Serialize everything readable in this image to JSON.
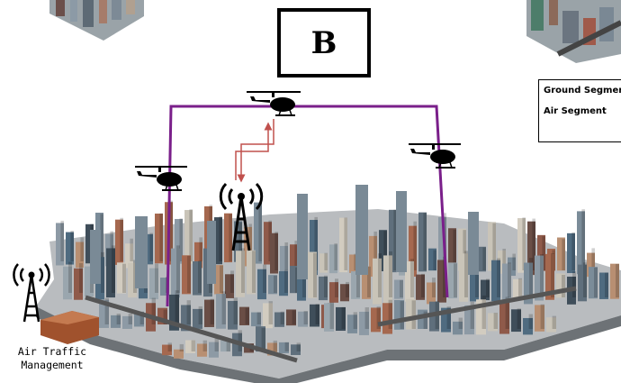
{
  "panel_label": "B",
  "legend": {
    "items": [
      "Ground Segment",
      "Air Segment"
    ]
  },
  "atm_label": {
    "line1": "Air Traffic",
    "line2": "Management"
  },
  "colors": {
    "air_link": "#7a1f8a",
    "radio_link": "#c0504d",
    "background": "#ffffff"
  },
  "icons": [
    "helicopter-icon",
    "radio-tower-icon",
    "city-block"
  ]
}
